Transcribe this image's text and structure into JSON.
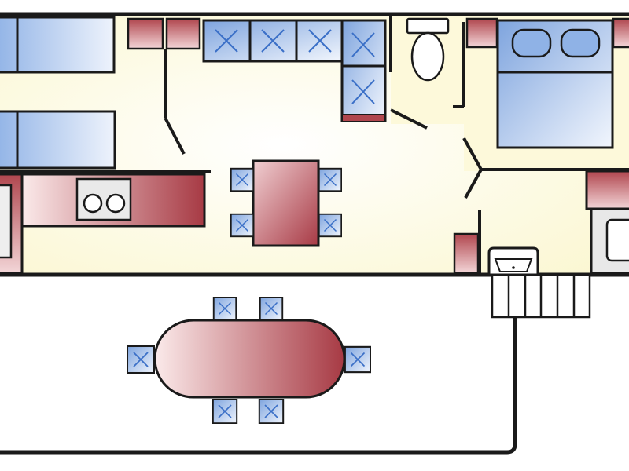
{
  "plan": {
    "type": "floor-plan",
    "colors": {
      "wall": "#1a1a1a",
      "floor": "#fdfbe0",
      "furniture_blue": "#8fb2e6",
      "furniture_red": "#b0464e",
      "white": "#ffffff"
    },
    "rooms": [
      "living-area",
      "kitchen",
      "dining",
      "bathroom",
      "master-bedroom",
      "second-bedroom",
      "entrance",
      "terrace"
    ],
    "furniture": {
      "beds": [
        "single-bed-top-left",
        "single-bed-left",
        "double-bed"
      ],
      "sofa_seats": 5,
      "dining_chairs": 4,
      "terrace_chairs": 6,
      "entrance_steps": 6
    }
  }
}
